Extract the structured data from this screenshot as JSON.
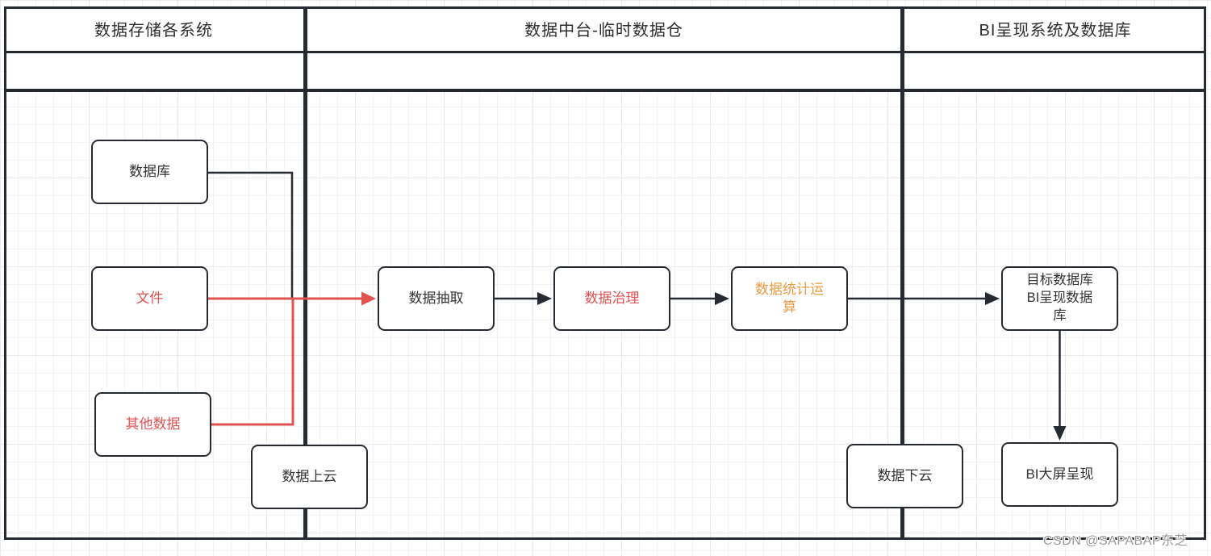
{
  "colors": {
    "line": "#262b33",
    "red": "#e05252",
    "orange": "#e89a45",
    "node_fill": "#ffffff",
    "grid_minor": "#f2f3f4",
    "grid_major": "#e7e9eb"
  },
  "lanes": [
    {
      "title": "数据存储各系统"
    },
    {
      "title": "数据中台-临时数据仓"
    },
    {
      "title": "BI呈现系统及数据库"
    }
  ],
  "nodes": {
    "database": {
      "label": "数据库",
      "text_color": "black"
    },
    "files": {
      "label": "文件",
      "text_color": "red"
    },
    "other_data": {
      "label": "其他数据",
      "text_color": "red"
    },
    "data_upload_cloud": {
      "label": "数据上云",
      "text_color": "black"
    },
    "data_extraction": {
      "label": "数据抽取",
      "text_color": "black"
    },
    "data_governance": {
      "label": "数据治理",
      "text_color": "red"
    },
    "data_statistics": {
      "label": "数据统计运\n算",
      "text_color": "orange"
    },
    "target_database": {
      "label": "目标数据库\nBI呈现数据\n库",
      "text_color": "black"
    },
    "data_download_cloud": {
      "label": "数据下云",
      "text_color": "black"
    },
    "bi_dashboard": {
      "label": "BI大屏呈现",
      "text_color": "black"
    }
  },
  "edges": [
    {
      "from": "database",
      "to": "merge_point_before_extraction",
      "color": "black",
      "arrow": false
    },
    {
      "from": "other_data",
      "to": "merge_point_before_extraction",
      "color": "red",
      "arrow": false
    },
    {
      "from": "files",
      "to": "data_extraction",
      "color": "red",
      "arrow": true
    },
    {
      "from": "data_extraction",
      "to": "data_governance",
      "color": "black",
      "arrow": true
    },
    {
      "from": "data_governance",
      "to": "data_statistics",
      "color": "black",
      "arrow": true
    },
    {
      "from": "data_statistics",
      "to": "target_database",
      "color": "black",
      "arrow": true
    },
    {
      "from": "target_database",
      "to": "bi_dashboard",
      "color": "black",
      "arrow": true
    }
  ],
  "watermark": "CSDN @SAPABAP东芝"
}
